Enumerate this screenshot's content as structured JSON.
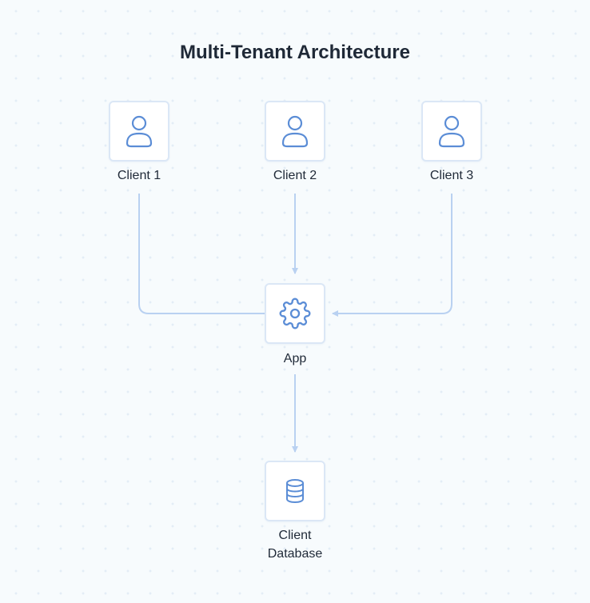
{
  "title": "Multi-Tenant Architecture",
  "colors": {
    "accent": "#5b8dd6",
    "connector": "#b9d1f1",
    "node_border": "#dbe7f6"
  },
  "nodes": {
    "client1": {
      "label": "Client 1",
      "icon": "user-icon"
    },
    "client2": {
      "label": "Client 2",
      "icon": "user-icon"
    },
    "client3": {
      "label": "Client 3",
      "icon": "user-icon"
    },
    "app": {
      "label": "App",
      "icon": "gear-icon"
    },
    "db": {
      "label_line1": "Client",
      "label_line2": "Database",
      "icon": "database-icon"
    }
  },
  "edges": [
    {
      "from": "Client 1",
      "to": "App"
    },
    {
      "from": "Client 2",
      "to": "App"
    },
    {
      "from": "Client 3",
      "to": "App"
    },
    {
      "from": "App",
      "to": "Client Database"
    }
  ]
}
